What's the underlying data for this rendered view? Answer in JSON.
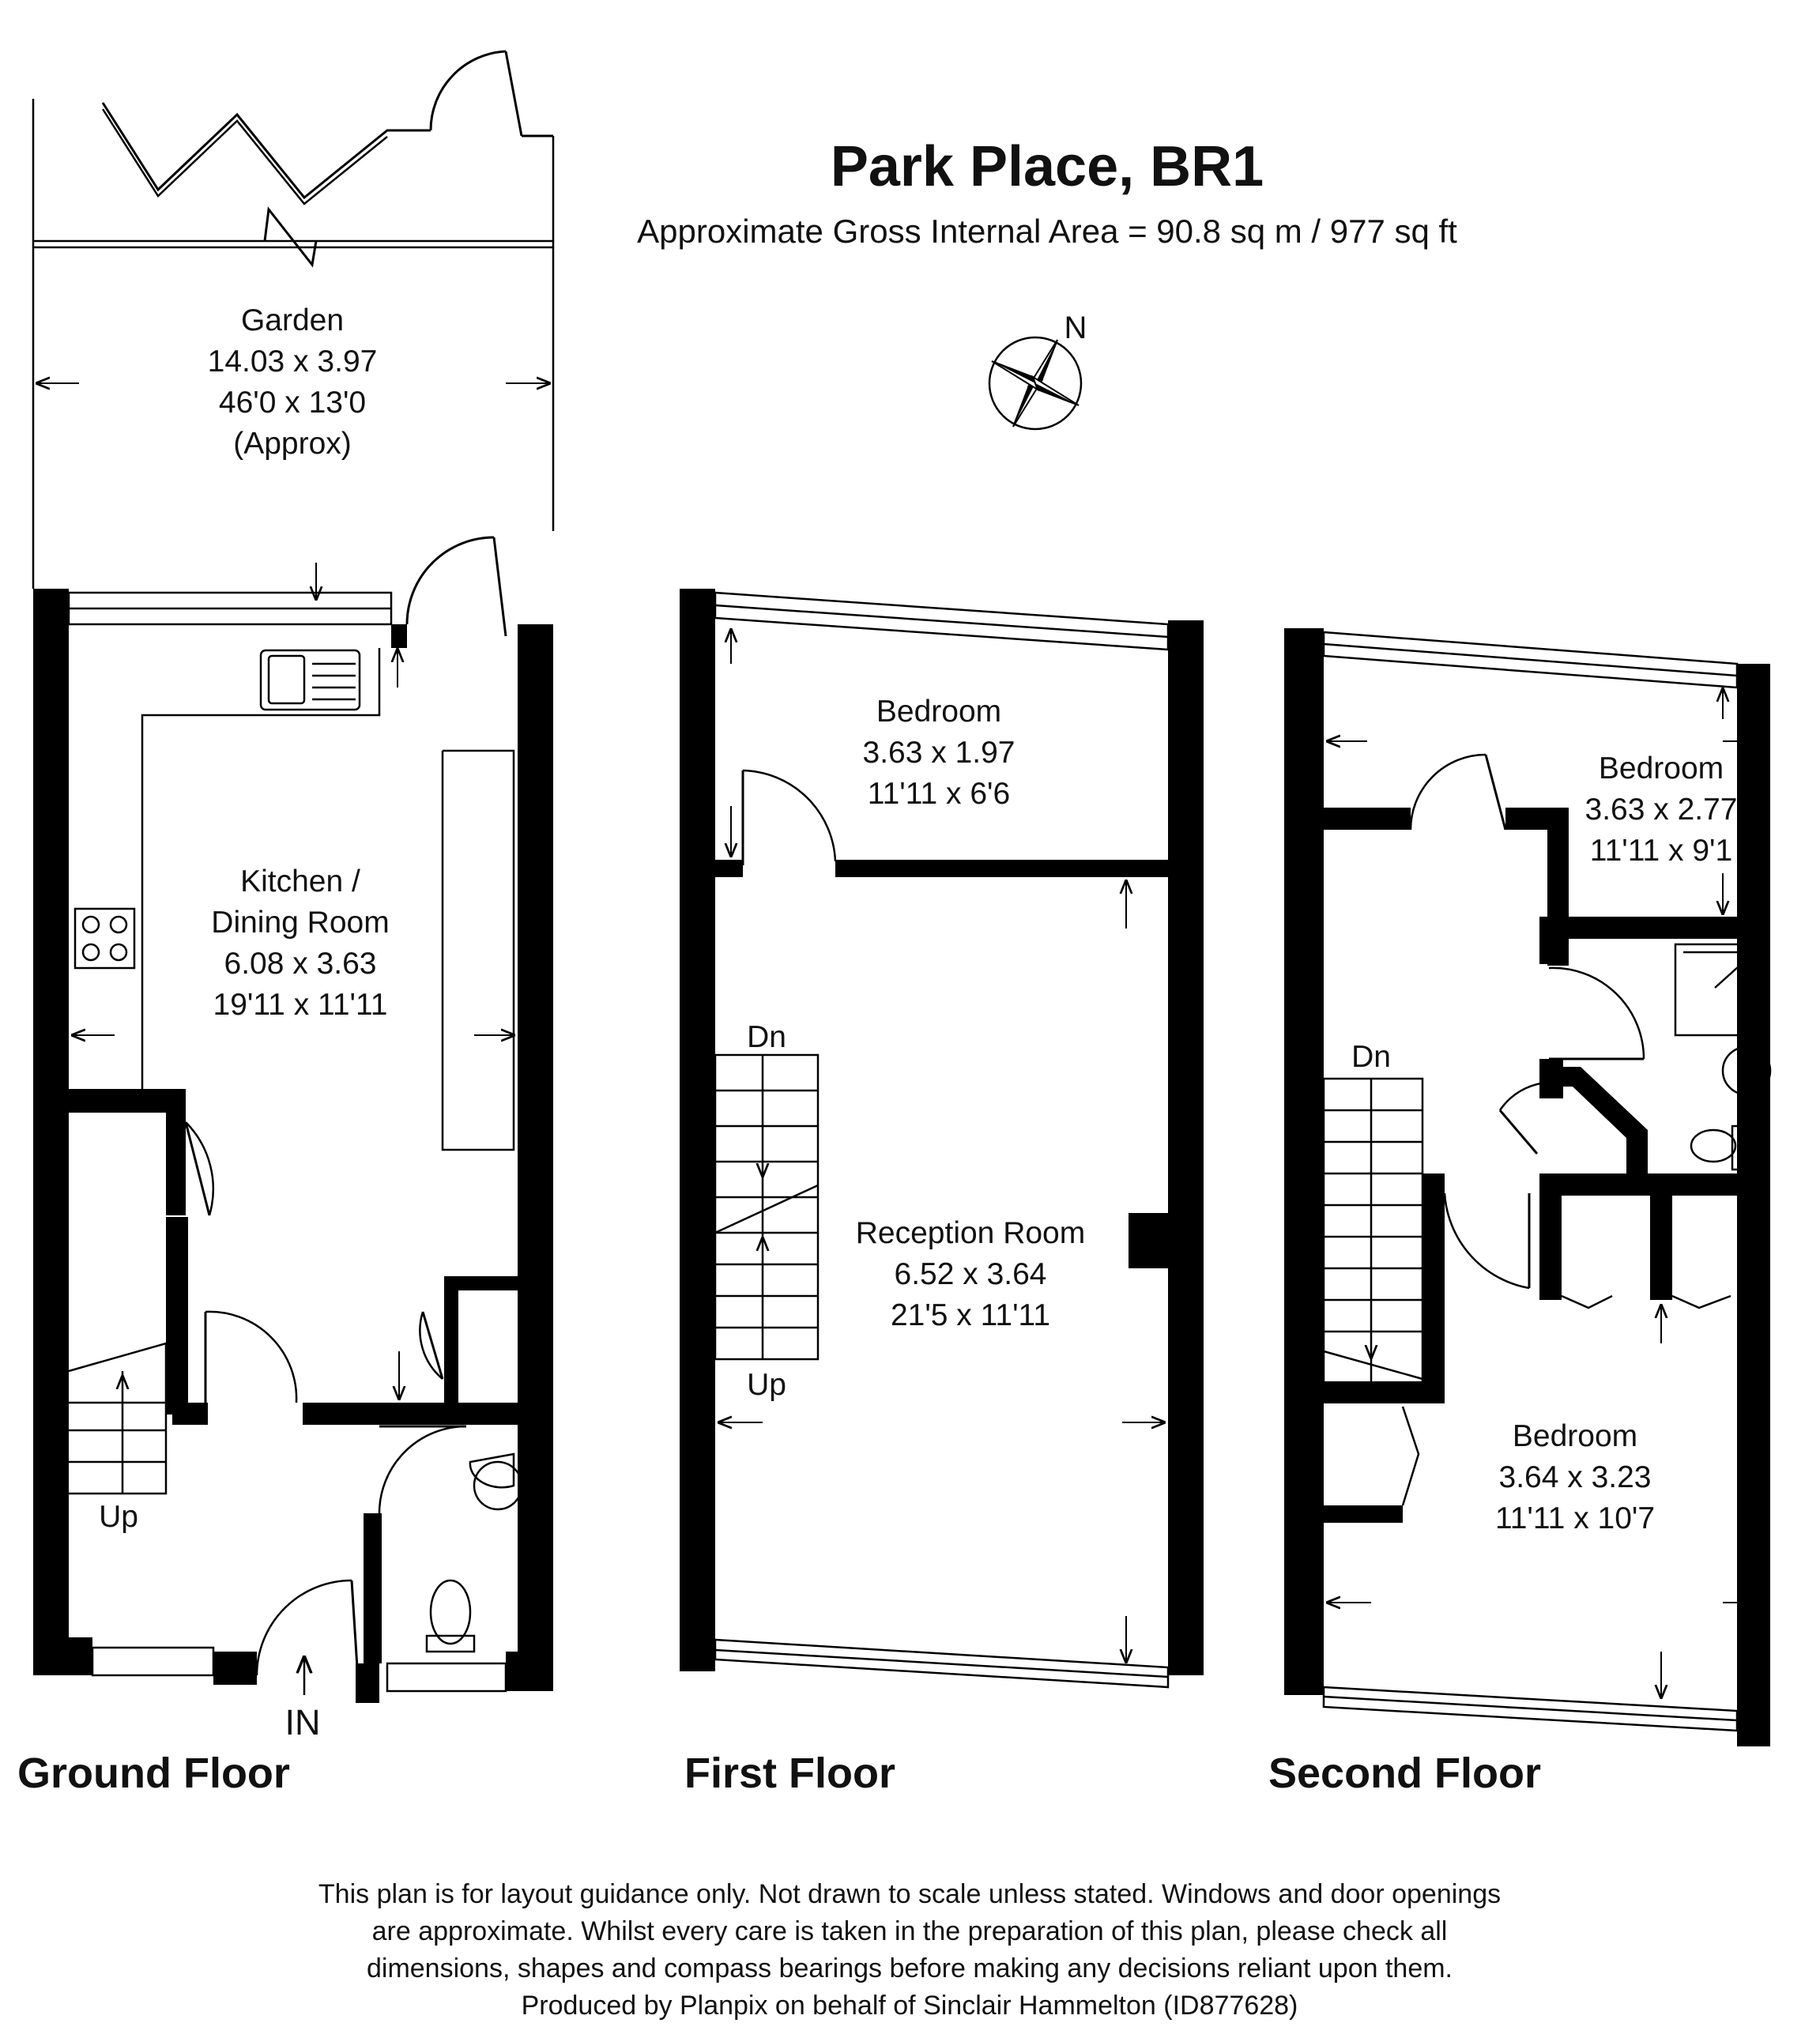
{
  "header": {
    "title": "Park Place, BR1",
    "area": "Approximate Gross Internal Area = 90.8 sq m / 977 sq ft"
  },
  "compass": {
    "label": "N"
  },
  "floors": {
    "ground": {
      "name": "Ground Floor",
      "garden": [
        "Garden",
        "14.03 x 3.97",
        "46'0 x 13'0",
        "(Approx)"
      ],
      "kitchen": [
        "Kitchen /",
        "Dining Room",
        "6.08 x 3.63",
        "19'11 x 11'11"
      ],
      "stairs_label": "Up",
      "entrance_label": "IN"
    },
    "first": {
      "name": "First Floor",
      "bedroom": [
        "Bedroom",
        "3.63 x 1.97",
        "11'11 x 6'6"
      ],
      "reception": [
        "Reception Room",
        "6.52 x 3.64",
        "21'5 x 11'11"
      ],
      "stairs_down": "Dn",
      "stairs_up": "Up"
    },
    "second": {
      "name": "Second Floor",
      "bedroom_small": [
        "Bedroom",
        "3.63 x 2.77",
        "11'11 x 9'1"
      ],
      "bedroom_large": [
        "Bedroom",
        "3.64 x 3.23",
        "11'11 x 10'7"
      ],
      "stairs_down": "Dn"
    }
  },
  "disclaimer": [
    "This plan is for layout guidance only. Not drawn to scale unless stated. Windows and door openings",
    "are approximate. Whilst every care is taken in the preparation of this plan, please check all",
    "dimensions, shapes and compass bearings before making any decisions reliant upon them.",
    "Produced by Planpix on behalf of Sinclair Hammelton (ID877628)"
  ]
}
